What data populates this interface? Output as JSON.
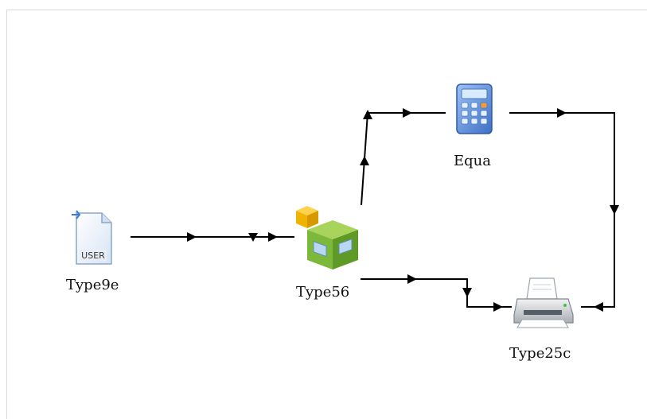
{
  "diagram": {
    "nodes": {
      "type9e": {
        "label": "Type9e",
        "icon": "user-file-icon",
        "icon_text": "USER"
      },
      "type56": {
        "label": "Type56",
        "icon": "green-cube-component-icon"
      },
      "equa": {
        "label": "Equa",
        "icon": "calculator-icon"
      },
      "type25c": {
        "label": "Type25c",
        "icon": "printer-icon"
      }
    },
    "links": [
      {
        "from": "type9e",
        "to": "type56"
      },
      {
        "from": "type56",
        "to": "equa"
      },
      {
        "from": "type56",
        "to": "type25c"
      },
      {
        "from": "equa",
        "to": "type25c"
      }
    ]
  },
  "colors": {
    "link": "#000000",
    "frame": "#d9d9d9",
    "cube": "#7cb83a",
    "cube_small": "#f0b400",
    "calc": "#5b8fe0"
  }
}
